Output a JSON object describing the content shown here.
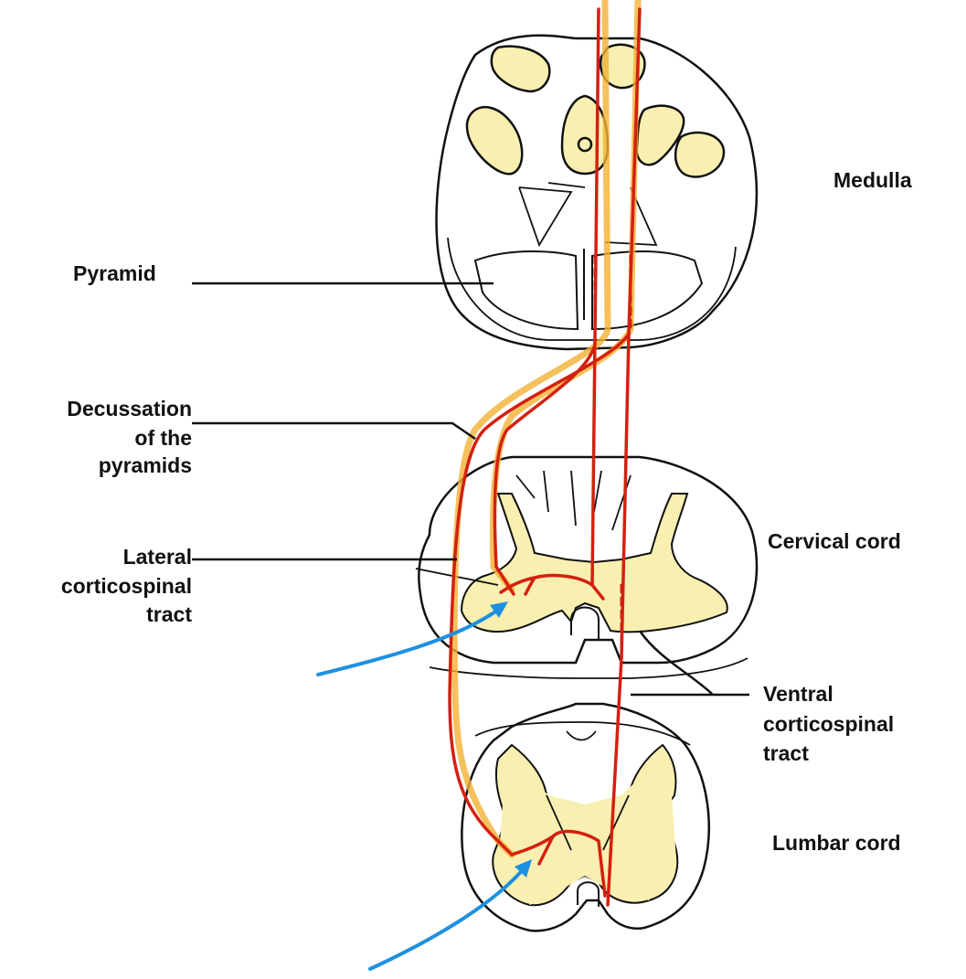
{
  "labels": {
    "medulla": "Medulla",
    "pyramid": "Pyramid",
    "decussation_line1": "Decussation",
    "decussation_line2": "of the",
    "decussation_line3": "pyramids",
    "lateral_line1": "Lateral",
    "lateral_line2": "corticospinal",
    "lateral_line3": "tract",
    "cervical": "Cervical cord",
    "ventral_line1": "Ventral",
    "ventral_line2": "corticospinal",
    "ventral_line3": "tract",
    "lumbar": "Lumbar cord"
  },
  "colors": {
    "outline": "#111111",
    "gray_matter": "#f8efb0",
    "tract_red": "#d42010",
    "tract_yellow": "#f3b234",
    "input_blue": "#1e90e0"
  }
}
